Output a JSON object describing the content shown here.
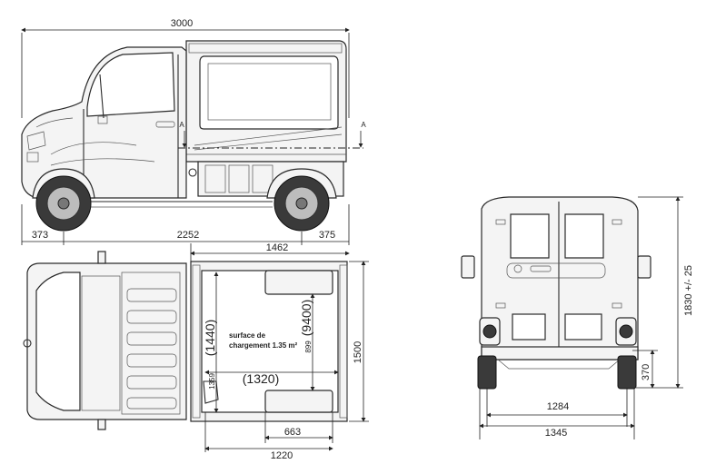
{
  "side_view": {
    "overall_length": "3000",
    "front_overhang": "373",
    "wheelbase": "2252",
    "rear_overhang": "375",
    "cargo_length": "1462",
    "section_mark_left": "A",
    "section_mark_right": "A"
  },
  "top_view": {
    "inner_length": "(1440)",
    "inner_length_2": "1359",
    "cargo_label_line1": "surface de",
    "cargo_label_line2": "chargement 1.35 m²",
    "inner_width_paren": "(9400)",
    "inner_width": "899",
    "inner_width_bottom": "(1320)",
    "width_1500": "1500",
    "dim_663": "663",
    "dim_1220": "1220"
  },
  "rear_view": {
    "height": "1830 +/- 25",
    "ground_clearance": "370",
    "track": "1284",
    "overall_width": "1345"
  }
}
